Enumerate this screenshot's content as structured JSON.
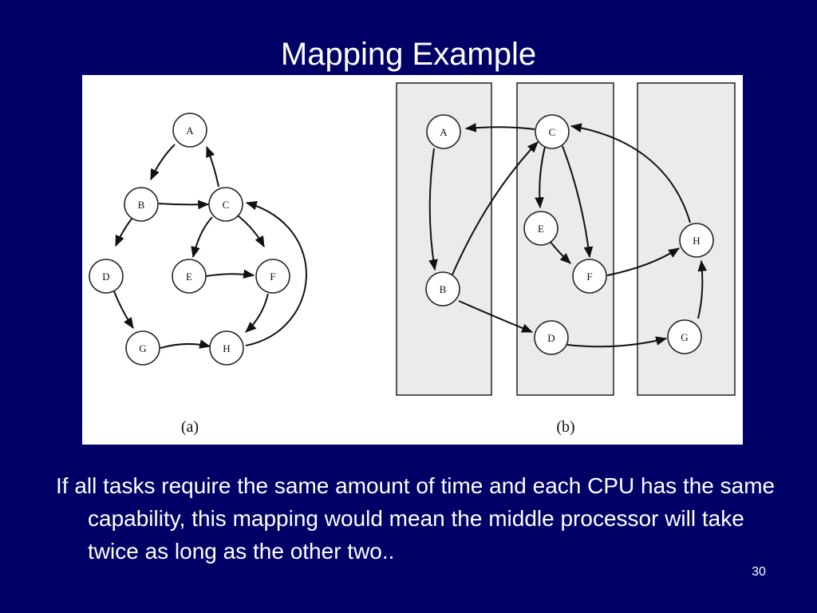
{
  "slide": {
    "title": "Mapping Example",
    "body": "If all tasks require the same amount of time and each CPU has the same capability, this mapping would mean the middle processor will take twice as long as the other two..",
    "number": "30"
  },
  "figure": {
    "caption_a": "(a)",
    "caption_b": "(b)",
    "graph_a": {
      "nodes": [
        "A",
        "B",
        "C",
        "D",
        "E",
        "F",
        "G",
        "H"
      ],
      "edges": [
        [
          "A",
          "B"
        ],
        [
          "B",
          "C"
        ],
        [
          "C",
          "A"
        ],
        [
          "B",
          "D"
        ],
        [
          "C",
          "E"
        ],
        [
          "C",
          "F"
        ],
        [
          "E",
          "F"
        ],
        [
          "D",
          "G"
        ],
        [
          "F",
          "H"
        ],
        [
          "G",
          "H"
        ],
        [
          "H",
          "C"
        ]
      ]
    },
    "graph_b": {
      "processors": [
        [
          "A",
          "B"
        ],
        [
          "C",
          "E",
          "F",
          "D"
        ],
        [
          "H",
          "G"
        ]
      ],
      "nodes": [
        "A",
        "C",
        "E",
        "H",
        "F",
        "B",
        "D",
        "G"
      ],
      "edges": [
        [
          "C",
          "A"
        ],
        [
          "A",
          "B"
        ],
        [
          "B",
          "C"
        ],
        [
          "C",
          "E"
        ],
        [
          "C",
          "F"
        ],
        [
          "E",
          "F"
        ],
        [
          "B",
          "D"
        ],
        [
          "D",
          "G"
        ],
        [
          "G",
          "H"
        ],
        [
          "F",
          "H"
        ],
        [
          "H",
          "C"
        ]
      ]
    }
  }
}
